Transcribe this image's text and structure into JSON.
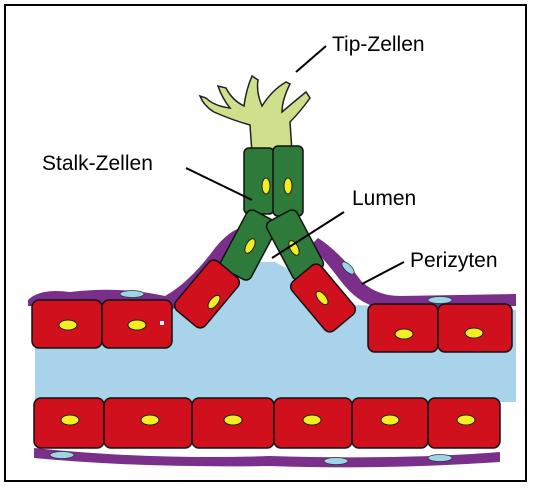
{
  "labels": {
    "tip_cells": "Tip-Zellen",
    "stalk_cells": "Stalk-Zellen",
    "lumen": "Lumen",
    "pericytes": "Perizyten"
  },
  "colors": {
    "endothelial_cell": "#d0101c",
    "nucleus": "#f2ee22",
    "stalk_cell": "#2e7a3a",
    "tip_cell": "#cfe08c",
    "pericyte": "#7a2f8a",
    "pericyte_nucleus": "#9fd4e8",
    "lumen": "#a9d3ea"
  }
}
